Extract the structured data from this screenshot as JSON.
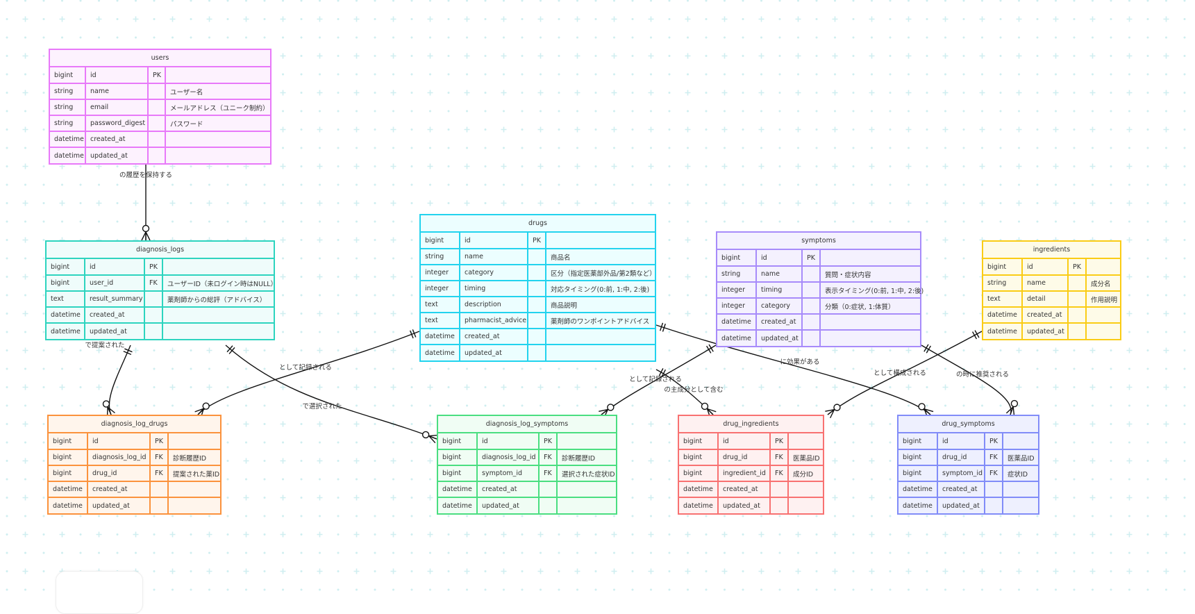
{
  "theme": {
    "line_color": "#111111",
    "grid_color": "#cfeef0"
  },
  "entities": [
    {
      "key": "users",
      "name": "users",
      "color": "#e879f9",
      "bg": "#fdf2fe",
      "cols": [
        "51px",
        "90px",
        "25px",
        "auto"
      ],
      "rows": [
        [
          "bigint",
          "id",
          "PK",
          ""
        ],
        [
          "string",
          "name",
          "",
          "ユーザー名"
        ],
        [
          "string",
          "email",
          "",
          "メールアドレス（ユニーク制約）"
        ],
        [
          "string",
          "password_digest",
          "",
          "パスワード"
        ],
        [
          "datetime",
          "created_at",
          "",
          ""
        ],
        [
          "datetime",
          "updated_at",
          "",
          ""
        ]
      ]
    },
    {
      "key": "diagnosis_logs",
      "name": "diagnosis_logs",
      "color": "#2dd4bf",
      "bg": "#effcfb",
      "cols": [
        "55px",
        "86px",
        "26px",
        "auto"
      ],
      "rows": [
        [
          "bigint",
          "id",
          "PK",
          ""
        ],
        [
          "bigint",
          "user_id",
          "FK",
          "ユーザーID（未ログイン時はNULL）"
        ],
        [
          "text",
          "result_summary",
          "",
          "薬剤師からの総評（アドバイス）"
        ],
        [
          "datetime",
          "created_at",
          "",
          ""
        ],
        [
          "datetime",
          "updated_at",
          "",
          ""
        ]
      ]
    },
    {
      "key": "drugs",
      "name": "drugs",
      "color": "#22d3ee",
      "bg": "#ecfeff",
      "cols": [
        "56px",
        "98px",
        "26px",
        "auto"
      ],
      "rows": [
        [
          "bigint",
          "id",
          "PK",
          ""
        ],
        [
          "string",
          "name",
          "",
          "商品名"
        ],
        [
          "integer",
          "category",
          "",
          "区分（指定医薬部外品/第2類など）"
        ],
        [
          "integer",
          "timing",
          "",
          "対応タイミング(0:前, 1:中, 2:後)"
        ],
        [
          "text",
          "description",
          "",
          "商品説明"
        ],
        [
          "text",
          "pharmacist_advice",
          "",
          "薬剤師のワンポイントアドバイス"
        ],
        [
          "datetime",
          "created_at",
          "",
          ""
        ],
        [
          "datetime",
          "updated_at",
          "",
          ""
        ]
      ]
    },
    {
      "key": "symptoms",
      "name": "symptoms",
      "color": "#a78bfa",
      "bg": "#f4f1fe",
      "cols": [
        "56px",
        "66px",
        "26px",
        "auto"
      ],
      "rows": [
        [
          "bigint",
          "id",
          "PK",
          ""
        ],
        [
          "string",
          "name",
          "",
          "質問・症状内容"
        ],
        [
          "integer",
          "timing",
          "",
          "表示タイミング(0:前, 1:中, 2:後)"
        ],
        [
          "integer",
          "category",
          "",
          "分類（0:症状, 1:体質）"
        ],
        [
          "datetime",
          "created_at",
          "",
          ""
        ],
        [
          "datetime",
          "updated_at",
          "",
          ""
        ]
      ]
    },
    {
      "key": "ingredients",
      "name": "ingredients",
      "color": "#facc15",
      "bg": "#fefbe8",
      "cols": [
        "56px",
        "66px",
        "26px",
        "auto"
      ],
      "rows": [
        [
          "bigint",
          "id",
          "PK",
          ""
        ],
        [
          "string",
          "name",
          "",
          "成分名"
        ],
        [
          "text",
          "detail",
          "",
          "作用説明"
        ],
        [
          "datetime",
          "created_at",
          "",
          ""
        ],
        [
          "datetime",
          "updated_at",
          "",
          ""
        ]
      ]
    },
    {
      "key": "diagnosis_log_drugs",
      "name": "diagnosis_log_drugs",
      "color": "#fb923c",
      "bg": "#fff5ec",
      "cols": [
        "56px",
        "90px",
        "26px",
        "auto"
      ],
      "rows": [
        [
          "bigint",
          "id",
          "PK",
          ""
        ],
        [
          "bigint",
          "diagnosis_log_id",
          "FK",
          "診断履歴ID"
        ],
        [
          "bigint",
          "drug_id",
          "FK",
          "提案された薬ID"
        ],
        [
          "datetime",
          "created_at",
          "",
          ""
        ],
        [
          "datetime",
          "updated_at",
          "",
          ""
        ]
      ]
    },
    {
      "key": "diagnosis_log_symptoms",
      "name": "diagnosis_log_symptoms",
      "color": "#4ade80",
      "bg": "#f0fdf4",
      "cols": [
        "56px",
        "89px",
        "26px",
        "auto"
      ],
      "rows": [
        [
          "bigint",
          "id",
          "PK",
          ""
        ],
        [
          "bigint",
          "diagnosis_log_id",
          "FK",
          "診断履歴ID"
        ],
        [
          "bigint",
          "symptom_id",
          "FK",
          "選択された症状ID"
        ],
        [
          "datetime",
          "created_at",
          "",
          ""
        ],
        [
          "datetime",
          "updated_at",
          "",
          ""
        ]
      ]
    },
    {
      "key": "drug_ingredients",
      "name": "drug_ingredients",
      "color": "#f87171",
      "bg": "#fef1f1",
      "cols": [
        "56px",
        "75px",
        "26px",
        "auto"
      ],
      "rows": [
        [
          "bigint",
          "id",
          "PK",
          ""
        ],
        [
          "bigint",
          "drug_id",
          "FK",
          "医薬品ID"
        ],
        [
          "bigint",
          "ingredient_id",
          "FK",
          "成分ID"
        ],
        [
          "datetime",
          "created_at",
          "",
          ""
        ],
        [
          "datetime",
          "updated_at",
          "",
          ""
        ]
      ]
    },
    {
      "key": "drug_symptoms",
      "name": "drug_symptoms",
      "color": "#818cf8",
      "bg": "#eef0fe",
      "cols": [
        "56px",
        "68px",
        "26px",
        "auto"
      ],
      "rows": [
        [
          "bigint",
          "id",
          "PK",
          ""
        ],
        [
          "bigint",
          "drug_id",
          "FK",
          "医薬品ID"
        ],
        [
          "bigint",
          "symptom_id",
          "FK",
          "症状ID"
        ],
        [
          "datetime",
          "created_at",
          "",
          ""
        ],
        [
          "datetime",
          "updated_at",
          "",
          ""
        ]
      ]
    }
  ],
  "relationships": [
    {
      "from": "users",
      "to": "diagnosis_logs",
      "from_card": "exactly-one",
      "to_card": "zero-or-many",
      "label": "の履歴を保持する"
    },
    {
      "from": "diagnosis_logs",
      "to": "diagnosis_log_drugs",
      "from_card": "exactly-one",
      "to_card": "zero-or-many",
      "label": "で提案された"
    },
    {
      "from": "drugs",
      "to": "diagnosis_log_drugs",
      "from_card": "exactly-one",
      "to_card": "zero-or-many",
      "label": "として記録される"
    },
    {
      "from": "diagnosis_logs",
      "to": "diagnosis_log_symptoms",
      "from_card": "exactly-one",
      "to_card": "zero-or-many",
      "label": "で選択された"
    },
    {
      "from": "symptoms",
      "to": "diagnosis_log_symptoms",
      "from_card": "exactly-one",
      "to_card": "zero-or-many",
      "label": "として記録される"
    },
    {
      "from": "drugs",
      "to": "drug_ingredients",
      "from_card": "exactly-one",
      "to_card": "zero-or-many",
      "label": "の主成分として含む"
    },
    {
      "from": "ingredients",
      "to": "drug_ingredients",
      "from_card": "exactly-one",
      "to_card": "zero-or-many",
      "label": "として構成される"
    },
    {
      "from": "drugs",
      "to": "drug_symptoms",
      "from_card": "exactly-one",
      "to_card": "zero-or-many",
      "label": "に効果がある"
    },
    {
      "from": "symptoms",
      "to": "drug_symptoms",
      "from_card": "exactly-one",
      "to_card": "zero-or-many",
      "label": "の時に推奨される"
    }
  ]
}
